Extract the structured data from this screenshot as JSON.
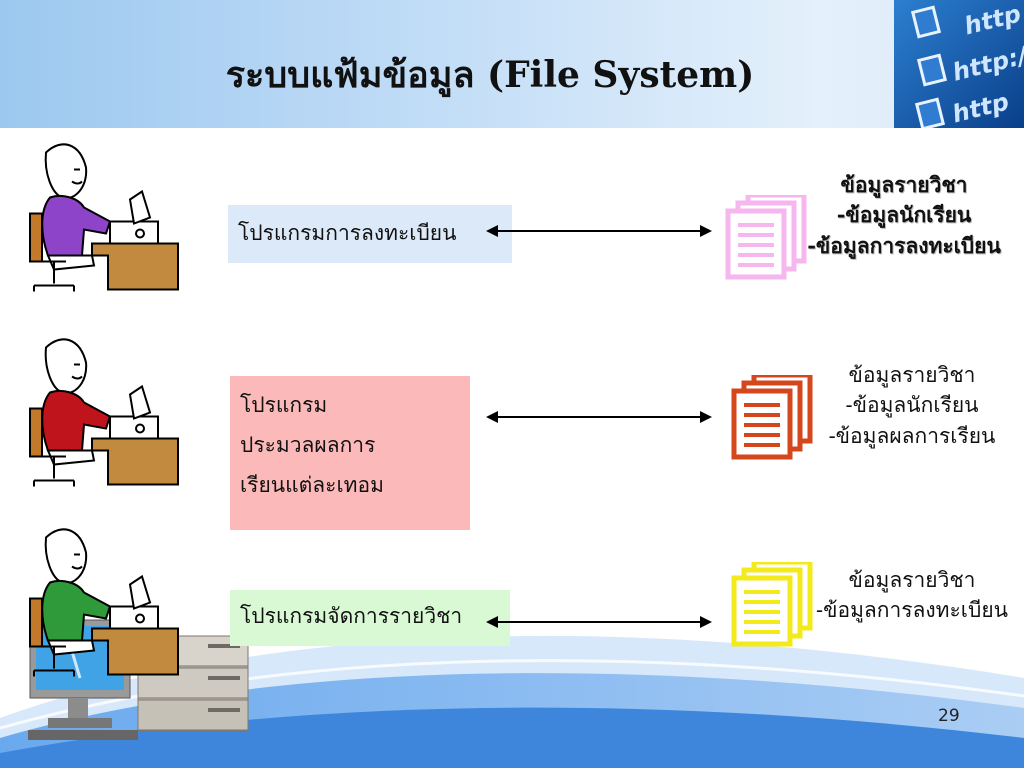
{
  "title": "ระบบแฟ้มข้อมูล (File System)",
  "header_image": {
    "label_1": "http",
    "label_2": "http:/",
    "label_3": "http"
  },
  "rows": [
    {
      "shirt_color": "#8e44c9",
      "program_lines": [
        "โปรแกรมการลงทะเบียน"
      ],
      "program_bg": "#dce9f8",
      "doc_color": "#f6b6ee",
      "info_lines": [
        "ข้อมูลรายวิชา",
        "-ข้อมูลนักเรียน",
        "-ข้อมูลการลงทะเบียน"
      ]
    },
    {
      "shirt_color": "#c0141c",
      "program_lines": [
        "โปรแกรม",
        "ประมวลผลการ",
        "เรียนแต่ละเทอม"
      ],
      "program_bg": "#fbb9b9",
      "doc_color": "#d4461b",
      "info_lines": [
        "ข้อมูลรายวิชา",
        "-ข้อมูลนักเรียน",
        "-ข้อมูลผลการเรียน"
      ]
    },
    {
      "shirt_color": "#2e9a3a",
      "program_lines": [
        "โปรแกรมจัดการรายวิชา"
      ],
      "program_bg": "#d9f9d5",
      "doc_color": "#f3ea1c",
      "info_lines": [
        "ข้อมูลรายวิชา",
        "-ข้อมูลการลงทะเบียน"
      ]
    }
  ],
  "page_number": "29"
}
